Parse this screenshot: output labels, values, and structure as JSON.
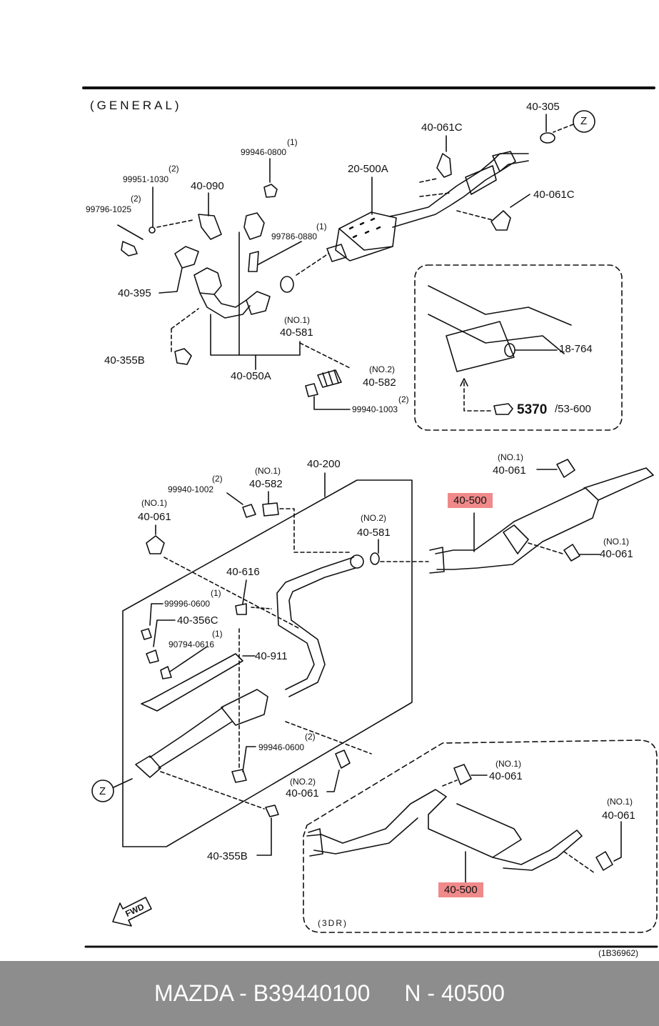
{
  "labels": {
    "general": "(GENERAL)",
    "p40_305": "40-305",
    "z_top": "Z",
    "p40_061c_a": "40-061C",
    "p20_500a": "20-500A",
    "p40_061c_b": "40-061C",
    "q99946_0800": "(1)",
    "p99946_0800": "99946-0800",
    "q99951_1030": "(2)",
    "p99951_1030": "99951-1030",
    "p40_090": "40-090",
    "q99796_1025": "(2)",
    "p99796_1025": "99796-1025",
    "q99786_0880": "(1)",
    "p99786_0880": "99786-0880",
    "p40_395": "40-395",
    "n40_581a": "(NO.1)",
    "p40_581a": "40-581",
    "p40_355b_a": "40-355B",
    "p40_050a": "40-050A",
    "n40_582a": "(NO.2)",
    "p40_582a": "40-582",
    "q99940_1003": "(2)",
    "p99940_1003": "99940-1003",
    "p18_764": "18-764",
    "p5370": "5370",
    "p53_600": "/53-600",
    "n40_061_tr": "(NO.1)",
    "p40_061_tr": "40-061",
    "q99940_1002": "(2)",
    "p99940_1002": "99940-1002",
    "n40_582b": "(NO.1)",
    "p40_582b": "40-582",
    "p40_200": "40-200",
    "n40_061_l": "(NO.1)",
    "p40_061_l": "40-061",
    "p40_500_top": "40-500",
    "n40_581b": "(NO.2)",
    "p40_581b": "40-581",
    "n40_061_r": "(NO.1)",
    "p40_061_r": "40-061",
    "p40_616": "40-616",
    "q99996_0600": "(1)",
    "p99996_0600": "99996-0600",
    "p40_356c": "40-356C",
    "q90794_0616": "(1)",
    "p90794_0616": "90794-0616",
    "p40_911": "40-911",
    "q99946_0600": "(2)",
    "p99946_0600": "99946-0600",
    "z_bottom": "Z",
    "n40_061_m": "(NO.2)",
    "p40_061_m": "40-061",
    "p40_355b_b": "40-355B",
    "n40_061_3a": "(NO.1)",
    "p40_061_3a": "40-061",
    "n40_061_3b": "(NO.1)",
    "p40_061_3b": "40-061",
    "p40_500_bottom": "40-500",
    "fwd": "FWD",
    "three_dr": "(3DR)",
    "ref": "(1B36962)"
  },
  "colors": {
    "highlight": "#f08a8a",
    "footer_bg": "#8d8d8d"
  },
  "footer": {
    "brand_part": "MAZDA - B39440100",
    "number": "N - 40500"
  }
}
